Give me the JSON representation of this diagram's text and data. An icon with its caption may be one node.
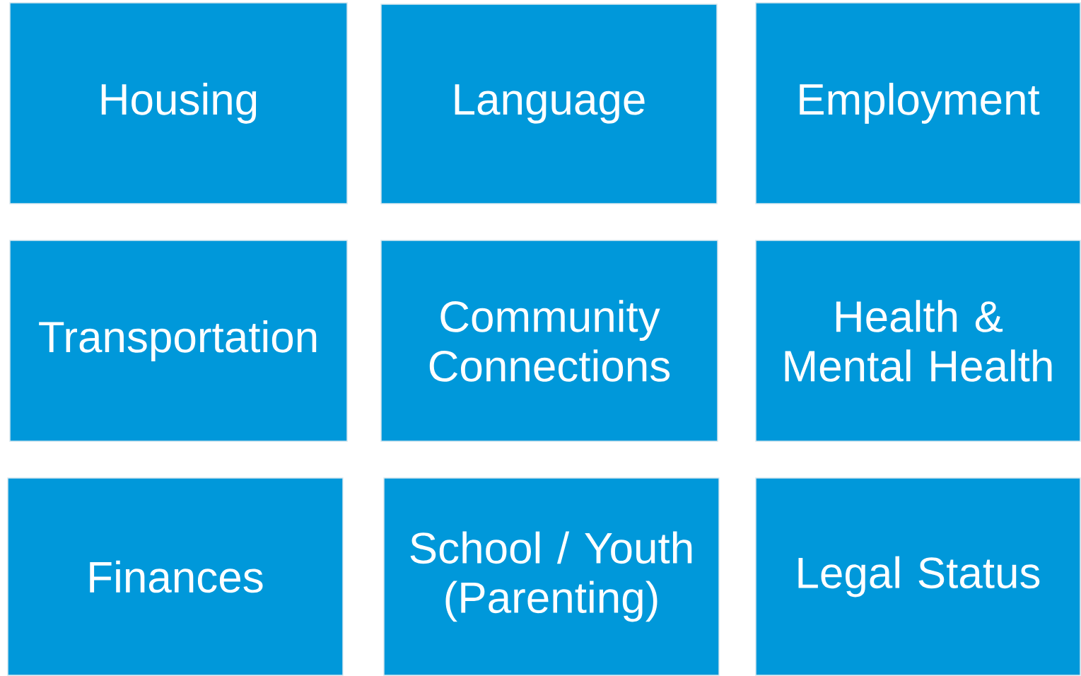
{
  "diagram": {
    "nodes": [
      {
        "text": [
          "Housing"
        ]
      },
      {
        "text": [
          "Language"
        ]
      },
      {
        "text": [
          "Employment"
        ]
      },
      {
        "text": [
          "Transportation"
        ]
      },
      {
        "text": [
          "Community Connections"
        ]
      },
      {
        "text": [
          "Health & Mental Health"
        ]
      },
      {
        "text": [
          "Finances"
        ]
      },
      {
        "text": [
          "School / Youth (Parenting)"
        ]
      },
      {
        "text": [
          "Legal Status"
        ]
      }
    ]
  }
}
